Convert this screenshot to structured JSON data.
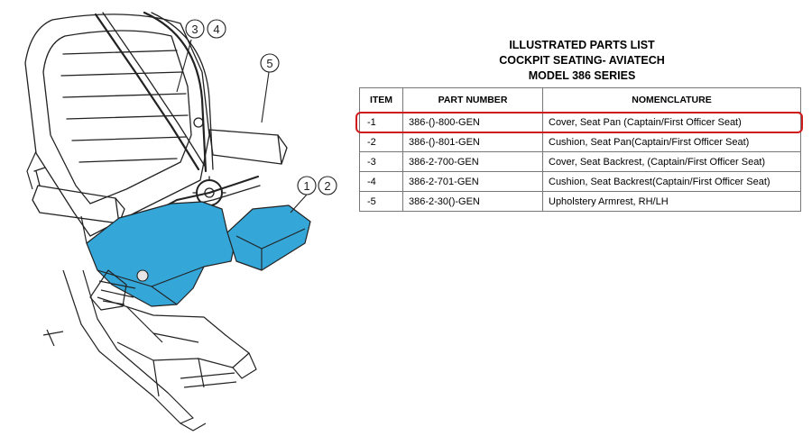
{
  "header": {
    "line1": "ILLUSTRATED PARTS LIST",
    "line2": "COCKPIT SEATING- AVIATECH",
    "line3": "MODEL 386 SERIES"
  },
  "table": {
    "columns": [
      "ITEM",
      "PART NUMBER",
      "NOMENCLATURE"
    ],
    "rows": [
      {
        "item": "-1",
        "part_number": "386-()-800-GEN",
        "nomenclature": "Cover, Seat Pan (Captain/First Officer Seat)"
      },
      {
        "item": "-2",
        "part_number": "386-()-801-GEN",
        "nomenclature": "Cushion, Seat Pan(Captain/First Officer Seat)"
      },
      {
        "item": "-3",
        "part_number": "386-2-700-GEN",
        "nomenclature": "Cover, Seat Backrest, (Captain/First Officer Seat)"
      },
      {
        "item": "-4",
        "part_number": "386-2-701-GEN",
        "nomenclature": "Cushion, Seat Backrest(Captain/First Officer Seat)"
      },
      {
        "item": "-5",
        "part_number": "386-2-30()-GEN",
        "nomenclature": "Upholstery Armrest, RH/LH"
      }
    ],
    "highlighted_row": 0,
    "highlight_color": "#d11a1a"
  },
  "diagram": {
    "callouts": [
      "1",
      "2",
      "3",
      "4",
      "5"
    ],
    "highlight_fill": "#35a6d8"
  }
}
